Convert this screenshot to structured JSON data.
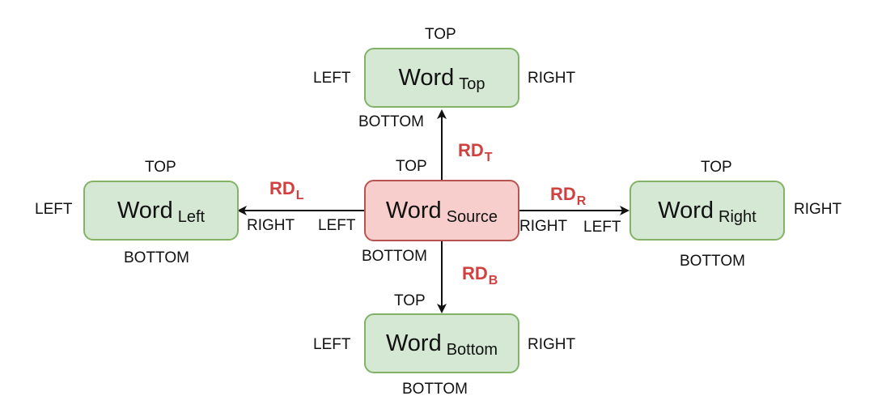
{
  "labels": {
    "top": "TOP",
    "bottom": "BOTTOM",
    "left": "LEFT",
    "right": "RIGHT"
  },
  "boxes": {
    "source": {
      "word": "Word",
      "sub": "Source",
      "fill": "#f8cecc",
      "stroke": "#b85450"
    },
    "top": {
      "word": "Word",
      "sub": "Top",
      "fill": "#d5e8d4",
      "stroke": "#82b366"
    },
    "left": {
      "word": "Word",
      "sub": "Left",
      "fill": "#d5e8d4",
      "stroke": "#82b366"
    },
    "right": {
      "word": "Word",
      "sub": "Right",
      "fill": "#d5e8d4",
      "stroke": "#82b366"
    },
    "bottom": {
      "word": "Word",
      "sub": "Bottom",
      "fill": "#d5e8d4",
      "stroke": "#82b366"
    }
  },
  "relations": {
    "top": {
      "main": "RD",
      "sub": "T"
    },
    "left": {
      "main": "RD",
      "sub": "L"
    },
    "right": {
      "main": "RD",
      "sub": "R"
    },
    "bottom": {
      "main": "RD",
      "sub": "B"
    }
  },
  "colors": {
    "relation_label": "#d13f3f",
    "arrow": "#111111"
  }
}
